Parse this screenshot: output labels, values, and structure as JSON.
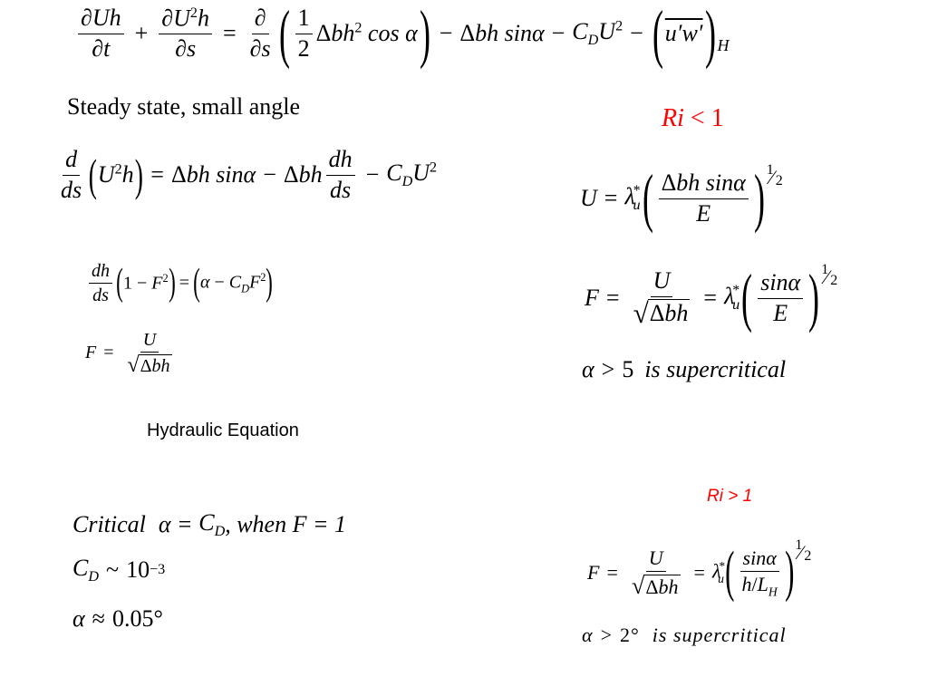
{
  "labels": {
    "steady": "Steady state, small angle",
    "hydraulic": "Hydraulic Equation",
    "ri_lt": "Ri",
    "ri_lt_op": "<",
    "ri_lt_val": "1",
    "ri_gt": "Ri > 1",
    "is_super": "is supercritical",
    "critical": "Critical",
    "when": ", when F = 1"
  },
  "values": {
    "alpha_gt5": "5",
    "alpha_gt2": "2°",
    "cd_order": "10",
    "cd_exp": "−3",
    "alpha_crit": "0.05°",
    "one": "1",
    "two": "2",
    "half_num": "1",
    "half_den": "2"
  },
  "colors": {
    "accent": "#ff0000",
    "text": "#000000"
  }
}
